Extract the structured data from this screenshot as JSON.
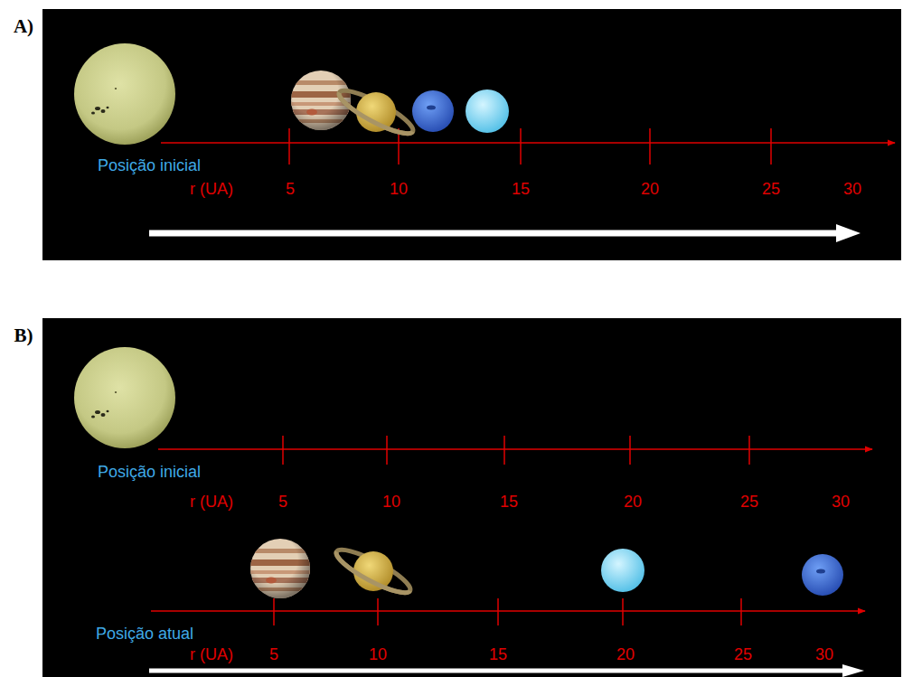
{
  "diagram": {
    "labels": [
      "A)",
      "Posição inicial",
      "r (UA)",
      "5",
      "10",
      "15",
      "20",
      "25",
      "30",
      "B)",
      "Posição inicial",
      "r (UA)",
      "5",
      "10",
      "15",
      "20",
      "25",
      "30",
      "Posição atual",
      "r (UA)",
      "5",
      "10",
      "15",
      "20",
      "25",
      "30"
    ]
  }
}
